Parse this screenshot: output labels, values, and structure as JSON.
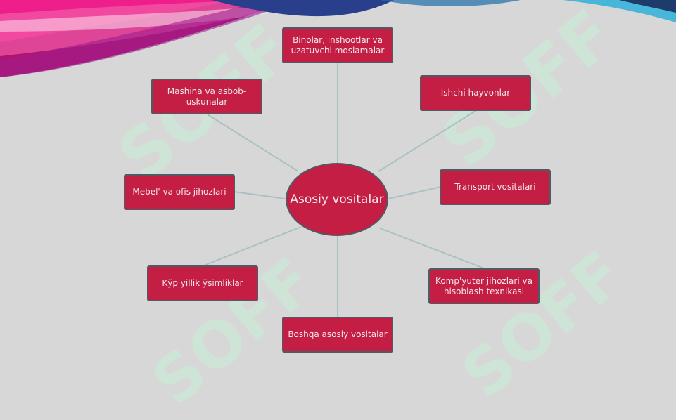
{
  "diagram": {
    "center_label": "Asosiy vositalar",
    "nodes": [
      {
        "id": "binolar",
        "label": "Binolar, inshootlar va uzatuvchi moslamalar"
      },
      {
        "id": "ishchi",
        "label": "Ishchi hayvonlar"
      },
      {
        "id": "transport",
        "label": "Transport vositalari"
      },
      {
        "id": "kompyuter",
        "label": "Komp'yuter jihozlari va hisoblash texnikasi"
      },
      {
        "id": "boshqa",
        "label": "Boshqa asosiy vositalar"
      },
      {
        "id": "kop-yillik",
        "label": "Kўp yillik ўsimliklar"
      },
      {
        "id": "mebel",
        "label": "Mebel' va ofis jihozlari"
      },
      {
        "id": "mashina",
        "label": "Mashina va asbob-uskunalar"
      }
    ]
  },
  "watermark": "SOFF",
  "colors": {
    "node_fill": "#c41e45",
    "node_border": "#4f5a63",
    "connector": "#a9c1c3",
    "background": "#d7d7d7"
  }
}
